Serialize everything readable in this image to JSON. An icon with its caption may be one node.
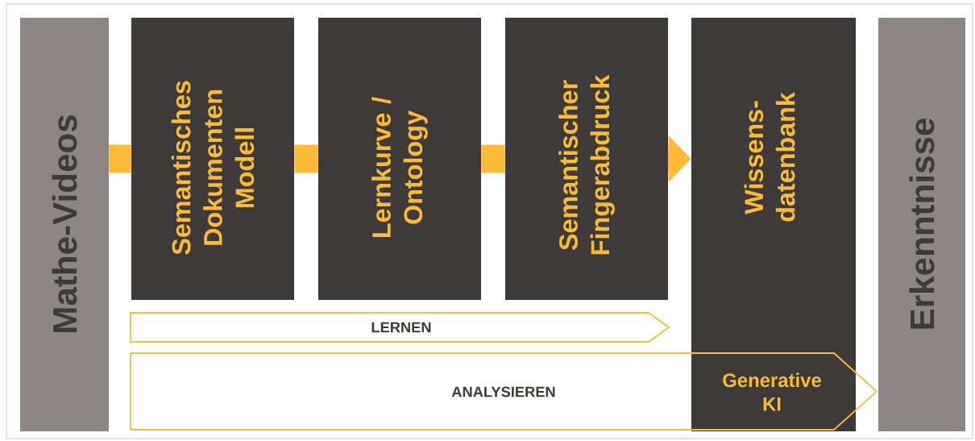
{
  "diagram": {
    "nodes": [
      {
        "text": [
          "Mathe-Videos"
        ]
      },
      {
        "text": [
          "Semantisches Dokumenten Modell"
        ]
      },
      {
        "text": [
          "Lernkurve / Ontology"
        ]
      },
      {
        "text": [
          "Semantischer Fingerabdruck"
        ]
      },
      {
        "text": [
          "Wissens- datenbank"
        ]
      },
      {
        "text": [
          "Erkenntnisse"
        ]
      },
      {
        "text": [
          "LERNEN"
        ]
      },
      {
        "text": [
          "ANALYSIEREN"
        ]
      },
      {
        "text": [
          "Generative KI"
        ]
      }
    ],
    "edges": [
      {
        "from": 0,
        "to": 1,
        "arrow": "none"
      },
      {
        "from": 1,
        "to": 2,
        "arrow": "none"
      },
      {
        "from": 2,
        "to": 3,
        "arrow": "none"
      },
      {
        "from": 3,
        "to": 4,
        "arrow": "to"
      }
    ]
  }
}
